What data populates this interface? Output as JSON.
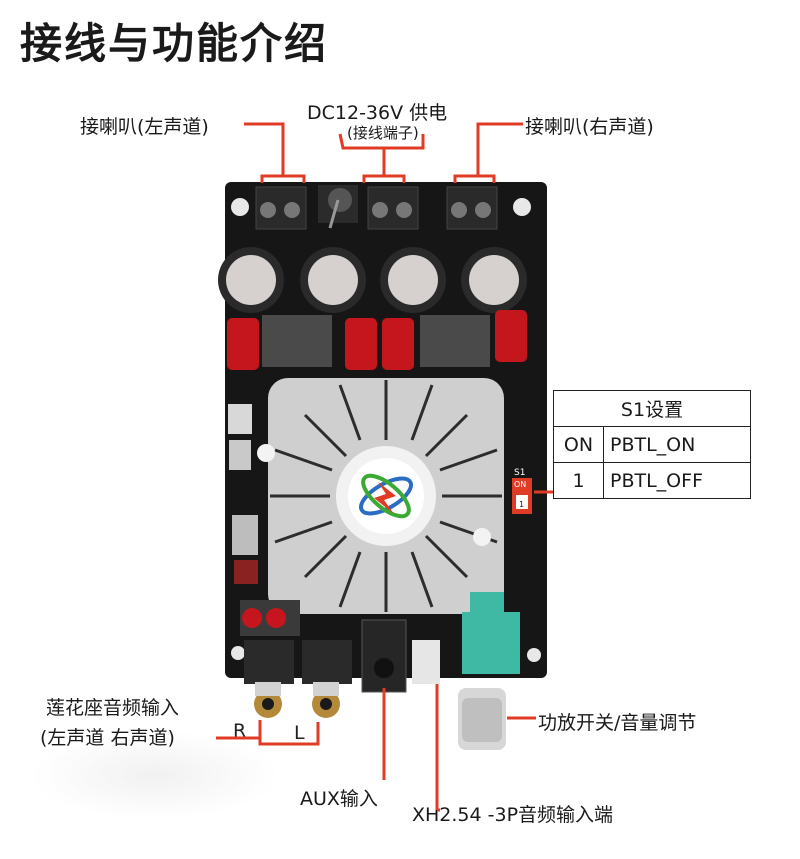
{
  "title": "接线与功能介绍",
  "labels": {
    "speaker_left": "接喇叭(左声道)",
    "power_line1": "DC12-36V 供电",
    "power_line2": "(接线端子)",
    "speaker_right": "接喇叭(右声道)",
    "rca_line1": "莲花座音频输入",
    "rca_line2": "(左声道  右声道)",
    "rca_r": "R",
    "rca_l": "L",
    "aux": "AUX输入",
    "xh": "XH2.54 -3P音频输入端",
    "knob": "功放开关/音量调节"
  },
  "s1_table": {
    "header": "S1设置",
    "rows": [
      {
        "key": "ON",
        "value": "PBTL_ON"
      },
      {
        "key": "1",
        "value": "PBTL_OFF"
      }
    ]
  },
  "board": {
    "switch_label": "S1",
    "switch_on": "ON",
    "switch_1": "1"
  },
  "colors": {
    "accent": "#e03b24",
    "board": "#161616",
    "heatsink": "#d9d9d9",
    "capacitor_red": "#c4161c",
    "pot_teal": "#3fb9a4"
  }
}
